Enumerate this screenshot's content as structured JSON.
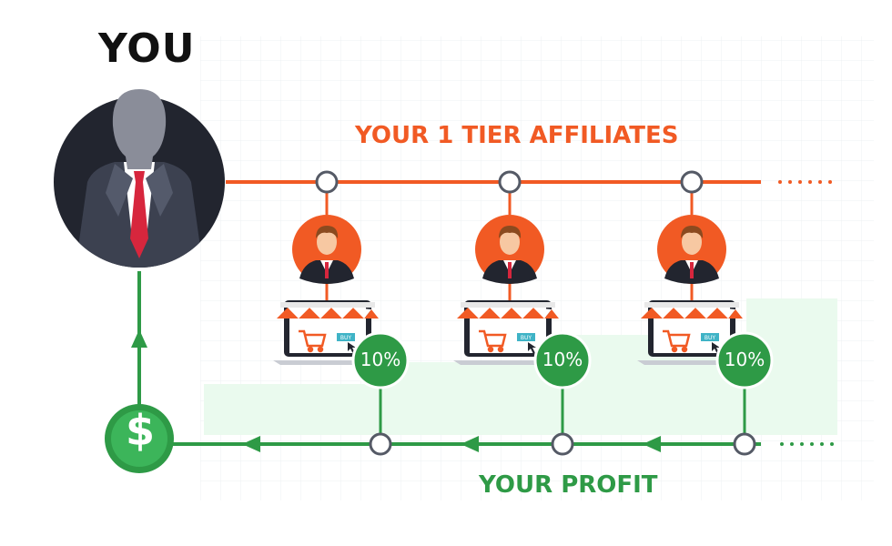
{
  "you": {
    "label": "YOU"
  },
  "tier": {
    "title": "YOUR 1 TIER AFFILIATES"
  },
  "profit": {
    "title": "YOUR PROFIT"
  },
  "affiliates": [
    {
      "commission": "10%",
      "buy_label": "BUY"
    },
    {
      "commission": "10%",
      "buy_label": "BUY"
    },
    {
      "commission": "10%",
      "buy_label": "BUY"
    }
  ],
  "money": {
    "symbol": "$"
  },
  "colors": {
    "orange": "#f15a24",
    "green": "#2e9a46",
    "dark": "#22252f",
    "tie": "#d7263d",
    "teal": "#3fb3c6"
  },
  "icons": [
    "you-silhouette-icon",
    "affiliate-avatar-icon",
    "shop-laptop-icon",
    "cart-icon",
    "cursor-icon",
    "dollar-coin-icon",
    "arrow-left-icon",
    "arrow-up-icon"
  ]
}
